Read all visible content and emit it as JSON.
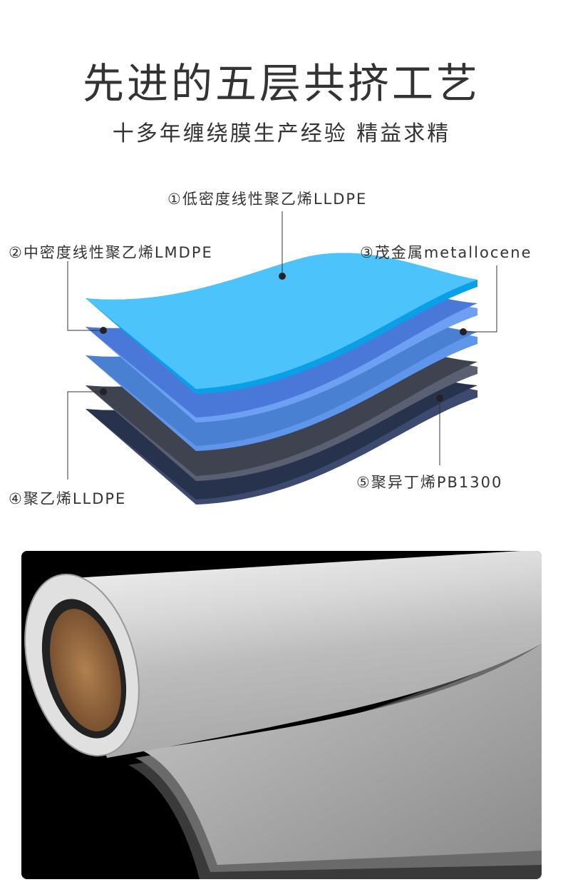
{
  "header": {
    "title": "先进的五层共挤工艺",
    "subtitle": "十多年缠绕膜生产经验 精益求精"
  },
  "layers": [
    {
      "label": "①低密度线性聚乙烯LLDPE",
      "color": "#4dc3fb"
    },
    {
      "label": "②中密度线性聚乙烯LMDPE",
      "color": "#4a78d8"
    },
    {
      "label": "③茂金属metallocene",
      "color": "#4a80d2"
    },
    {
      "label": "④聚乙烯LLDPE",
      "color": "#3e434f"
    },
    {
      "label": "⑤聚异丁烯PB1300",
      "color": "#27334d"
    }
  ]
}
